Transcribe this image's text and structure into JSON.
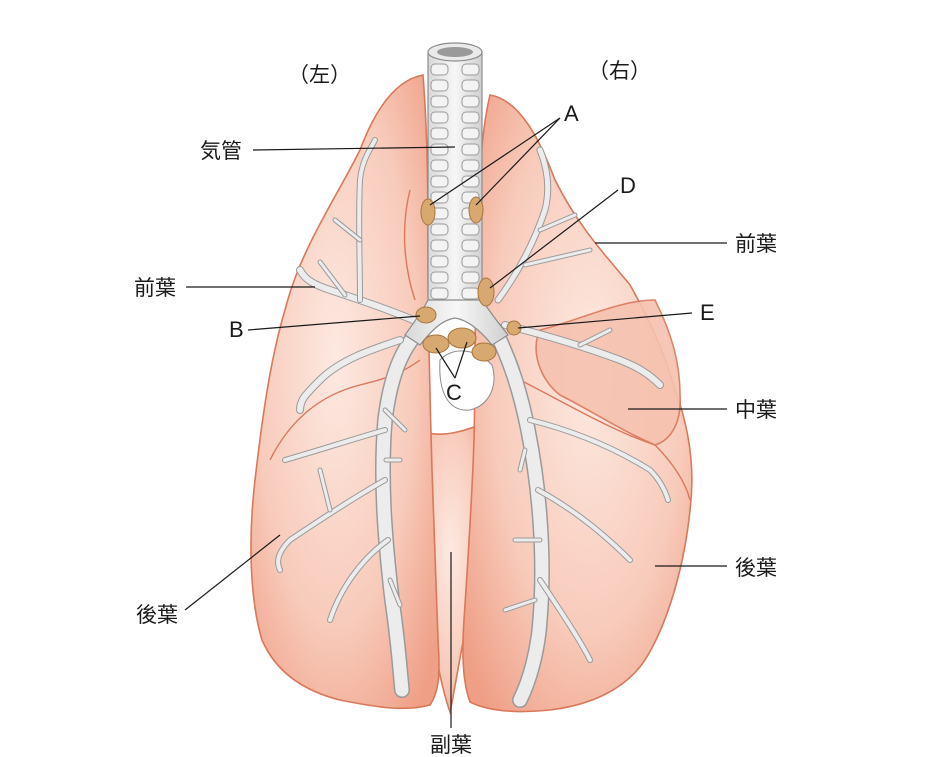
{
  "side_labels": {
    "left": "（左）",
    "right": "（右）"
  },
  "labels": {
    "trachea": "気管",
    "left_anterior_lobe": "前葉",
    "right_anterior_lobe": "前葉",
    "right_middle_lobe": "中葉",
    "left_posterior_lobe": "後葉",
    "right_posterior_lobe": "後葉",
    "accessory_lobe": "副葉",
    "node_a": "A",
    "node_b": "B",
    "node_c": "C",
    "node_d": "D",
    "node_e": "E"
  },
  "colors": {
    "lung_base": "#f4b8a4",
    "lung_light": "#fbe3da",
    "lung_outline": "#d9785a",
    "bronchus": "#ececec",
    "lymph_node": "#d7a971",
    "text": "#1a1a1a"
  }
}
